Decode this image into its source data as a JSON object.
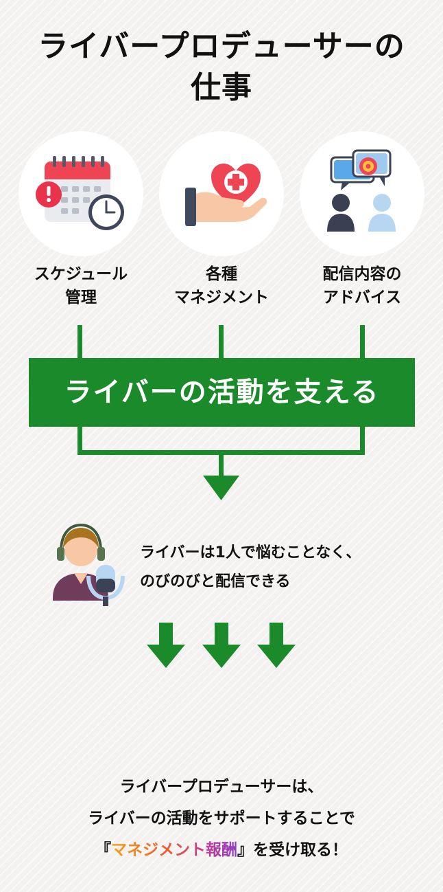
{
  "title": {
    "line1": "ライバープロデューサーの",
    "line2": "仕事"
  },
  "roles": [
    {
      "icon": "calendar-clock-icon",
      "line1": "スケジュール",
      "line2": "管理"
    },
    {
      "icon": "hand-heart-icon",
      "line1": "各種",
      "line2": "マネジメント"
    },
    {
      "icon": "people-chat-icon",
      "line1": "配信内容の",
      "line2": "アドバイス"
    }
  ],
  "banner": "ライバーの活動を支える",
  "liver": {
    "icon": "liver-headset-mic-icon",
    "line1": "ライバーは1人で悩むことなく、",
    "line2": "のびのびと配信できる"
  },
  "conclusion": {
    "line1": "ライバープロデューサーは、",
    "line2": "ライバーの活動をサポートすることで",
    "line3_prefix": "『",
    "highlight": "マネジメント報酬",
    "line3_suffix": "』を受け取る！"
  },
  "colors": {
    "green": "#1a8a2b",
    "highlight_start": "#f7a21b",
    "highlight_end": "#8c3fc1"
  }
}
